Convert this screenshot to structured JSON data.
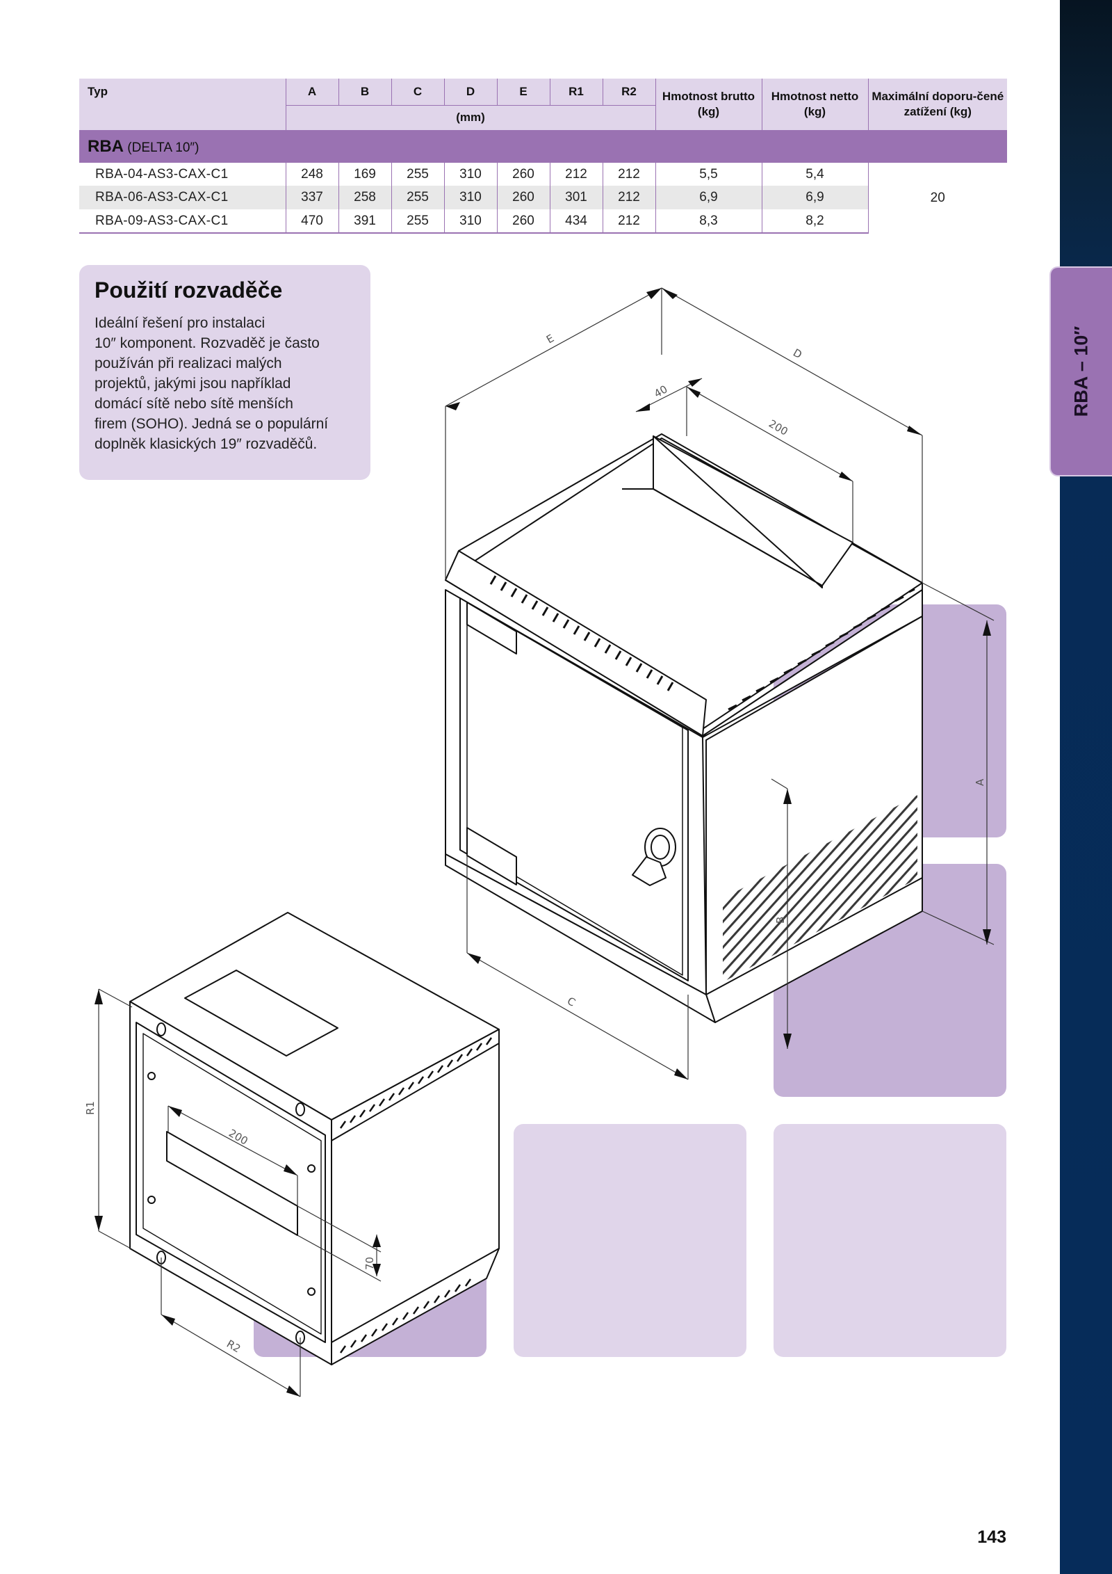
{
  "side_tab": "RBA – 10″",
  "spec_table": {
    "title": "RBA",
    "subtitle": "(DELTA 10″)",
    "col_typ": "Typ",
    "dim_headers": [
      "A",
      "B",
      "C",
      "D",
      "E",
      "R1",
      "R2"
    ],
    "unit": "(mm)",
    "col_gross": "Hmotnost brutto (kg)",
    "col_net": "Hmotnost netto (kg)",
    "col_load": "Maximální doporu-čené zatížení (kg)",
    "rows": [
      {
        "typ": "RBA-04-AS3-CAX-C1",
        "dims": [
          "248",
          "169",
          "255",
          "310",
          "260",
          "212",
          "212"
        ],
        "gross": "5,5",
        "net": "5,4"
      },
      {
        "typ": "RBA-06-AS3-CAX-C1",
        "dims": [
          "337",
          "258",
          "255",
          "310",
          "260",
          "301",
          "212"
        ],
        "gross": "6,9",
        "net": "6,9"
      },
      {
        "typ": "RBA-09-AS3-CAX-C1",
        "dims": [
          "470",
          "391",
          "255",
          "310",
          "260",
          "434",
          "212"
        ],
        "gross": "8,3",
        "net": "8,2"
      }
    ],
    "max_load": "20"
  },
  "info_box": {
    "title": "Použití rozvaděče",
    "lines": [
      "Ideální řešení pro instalaci",
      "10″ komponent. Rozvaděč je často",
      "používán při realizaci malých",
      "projektů, jakými jsou například",
      "domácí sítě nebo sítě menších",
      "firem (SOHO). Jedná se o populární",
      "doplněk klasických 19″ rozvaděčů."
    ]
  },
  "drawing_labels": {
    "top_E": "E",
    "top_D": "D",
    "top_40": "40",
    "top_200": "200",
    "top_A": "A",
    "top_B": "B",
    "top_C": "C",
    "bottom_R1": "R1",
    "bottom_200": "200",
    "bottom_70": "70",
    "bottom_R2": "R2"
  },
  "page_number": "143"
}
